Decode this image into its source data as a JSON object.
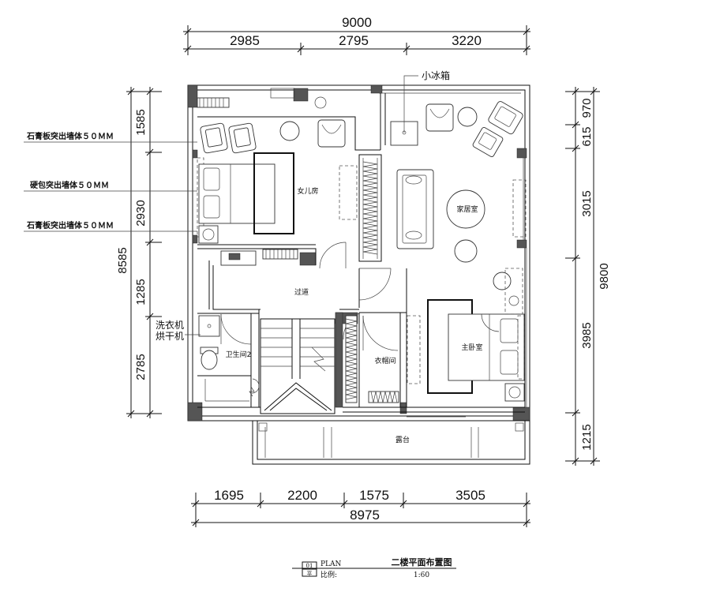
{
  "dimensions": {
    "top_total": "9000",
    "top_segments": [
      "2985",
      "2795",
      "3220"
    ],
    "bottom_segments": [
      "1695",
      "2200",
      "1575",
      "3505"
    ],
    "bottom_total": "8975",
    "left_segments": [
      "1585",
      "2930",
      "1285",
      "2785"
    ],
    "left_total": "8585",
    "right_segments": [
      "970",
      "615",
      "3015",
      "3985",
      "1215"
    ],
    "right_total": "9800"
  },
  "rooms": {
    "daughter_room": "女儿房",
    "family_room": "家居室",
    "corridor": "过道",
    "master_bedroom": "主卧室",
    "closet": "衣帽间",
    "bathroom2": "卫生间2",
    "terrace": "露台"
  },
  "annotations": {
    "mini_fridge": "小冰箱",
    "gypsum_1": "石膏板突出墙体５０ＭＭ",
    "hard_pack": "硬包突出墙体５０ＭＭ",
    "gypsum_2": "石膏板突出墙体５０ＭＭ",
    "washer": "洗衣机",
    "dryer": "烘干机"
  },
  "title_block": {
    "number": "01",
    "sheet": "平",
    "plan_label": "PLAN",
    "title": "二楼平面布置图",
    "scale_label": "比例:",
    "scale": "1:60"
  }
}
